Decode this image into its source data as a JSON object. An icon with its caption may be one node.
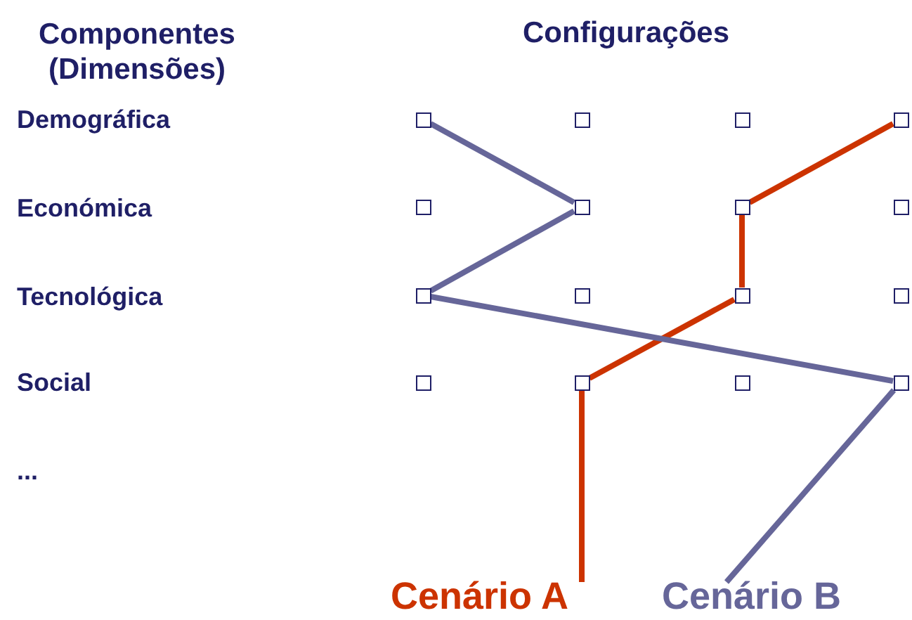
{
  "diagram": {
    "nodes": [
      {
        "text": [],
        "shape": "box"
      },
      {
        "text": [],
        "shape": "box"
      },
      {
        "text": [],
        "shape": "box"
      },
      {
        "text": [],
        "shape": "box"
      },
      {
        "text": [],
        "shape": "box"
      },
      {
        "text": [],
        "shape": "box"
      },
      {
        "text": [],
        "shape": "box"
      },
      {
        "text": [],
        "shape": "box"
      },
      {
        "text": [],
        "shape": "box"
      },
      {
        "text": [],
        "shape": "box"
      },
      {
        "text": [],
        "shape": "box"
      },
      {
        "text": [],
        "shape": "box"
      },
      {
        "text": [],
        "shape": "box"
      },
      {
        "text": [],
        "shape": "box"
      },
      {
        "text": [],
        "shape": "box"
      },
      {
        "text": [],
        "shape": "box"
      },
      {
        "text": [
          "Cenário A"
        ]
      },
      {
        "text": [
          "Cenário B"
        ]
      }
    ],
    "edges": [
      {
        "from": 3,
        "to": 6,
        "arrow": "none",
        "color": "#cc3300"
      },
      {
        "from": 6,
        "to": 10,
        "arrow": "none",
        "color": "#cc3300"
      },
      {
        "from": 10,
        "to": 13,
        "arrow": "none",
        "color": "#cc3300"
      },
      {
        "from": 13,
        "to": 16,
        "arrow": "none",
        "color": "#cc3300"
      },
      {
        "from": 0,
        "to": 5,
        "arrow": "none",
        "color": "#666699"
      },
      {
        "from": 5,
        "to": 8,
        "arrow": "none",
        "color": "#666699"
      },
      {
        "from": 8,
        "to": 15,
        "arrow": "none",
        "color": "#666699"
      },
      {
        "from": 15,
        "to": 17,
        "arrow": "none",
        "color": "#666699"
      }
    ],
    "labels": [
      "Componentes (Dimensões)",
      "Configurações",
      "Demográfica",
      "Económica",
      "Tecnológica",
      "Social",
      "..."
    ]
  }
}
